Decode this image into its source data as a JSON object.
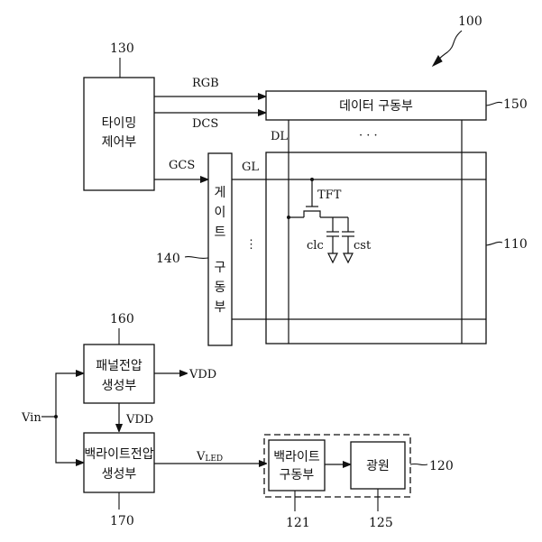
{
  "figure": {
    "ref_number": "100"
  },
  "timing_controller": {
    "ref": "130",
    "line1": "타이밍",
    "line2": "제어부"
  },
  "data_driver": {
    "ref": "150",
    "label": "데이터 구동부"
  },
  "gate_driver": {
    "ref": "140",
    "chars": [
      "게",
      "이",
      "트",
      "구",
      "동",
      "부"
    ]
  },
  "panel": {
    "ref": "110",
    "data_line_label": "DL",
    "gate_line_label": "GL",
    "transistor_label": "TFT",
    "lc_cap_label": "clc",
    "storage_cap_label": "cst",
    "horizontal_ellipsis": "· · ·",
    "vertical_ellipsis": "⋮"
  },
  "signals": {
    "rgb": "RGB",
    "dcs": "DCS",
    "gcs": "GCS",
    "vdd_out": "VDD",
    "vdd_down": "VDD",
    "vin": "Vin",
    "vled_main": "V",
    "vled_sub": "LED"
  },
  "panel_voltage_generator": {
    "ref": "160",
    "line1": "패널전압",
    "line2": "생성부"
  },
  "backlight_voltage_generator": {
    "ref": "170",
    "line1": "백라이트전압",
    "line2": "생성부"
  },
  "backlight_unit": {
    "ref": "120"
  },
  "backlight_driver": {
    "ref": "121",
    "line1": "백라이트",
    "line2": "구동부"
  },
  "light_source": {
    "ref": "125",
    "label": "광원"
  }
}
